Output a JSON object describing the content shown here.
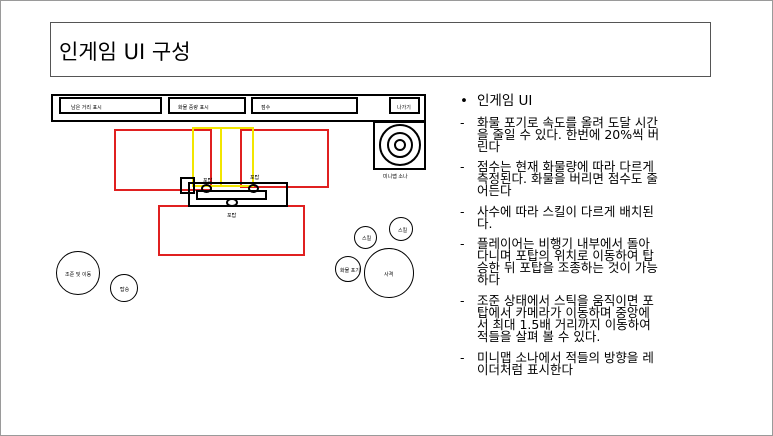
{
  "slide": {
    "title": "인게임 UI 구성"
  },
  "diagram": {
    "topbar": {
      "remaining_distance": "남은 거리 표시",
      "cargo_capacity": "화물 중량 표시",
      "score": "점수",
      "exit": "나가기"
    },
    "minimap_label": "미니맵 소나",
    "turret_left": "포탑",
    "turret_right": "포탑",
    "turret_main": "포탑",
    "skill_a": "스킬",
    "skill_b": "스킬",
    "cargo_drop": "화물 포기",
    "fire": "사격",
    "aim_move": "조준 및 이동",
    "board": "탑승"
  },
  "bullets": {
    "b1_marker": "•",
    "b1": "인게임 UI",
    "b2_marker": "-",
    "b2": "화물 포기로 속도를 올려 도달 시간\n을 줄일 수 있다. 한번에 20%씩 버\n린다",
    "b3_marker": "-",
    "b3": "점수는 현재 화물량에 따라 다르게\n측정된다. 화물을 버리면 점수도 줄\n어든다",
    "b4_marker": "-",
    "b4": "사수에 따라 스킬이 다르게 배치된\n다.",
    "b5_marker": "-",
    "b5": "플레이어는 비행기 내부에서 돌아\n다니며 포탑의 위치로 이동하여 탑\n승한 뒤 포탑을 조종하는 것이 가능\n하다",
    "b6_marker": "-",
    "b6": "조준 상태에서 스틱을 움직이면 포\n탑에서 카메라가 이동하며 중앙에\n서 최대 1.5배 거리까지 이동하여\n적들을 살펴 볼 수 있다.",
    "b7_marker": "-",
    "b7": "미니맵 소나에서 적들의 방향을 레\n이더처럼 표시한다"
  }
}
